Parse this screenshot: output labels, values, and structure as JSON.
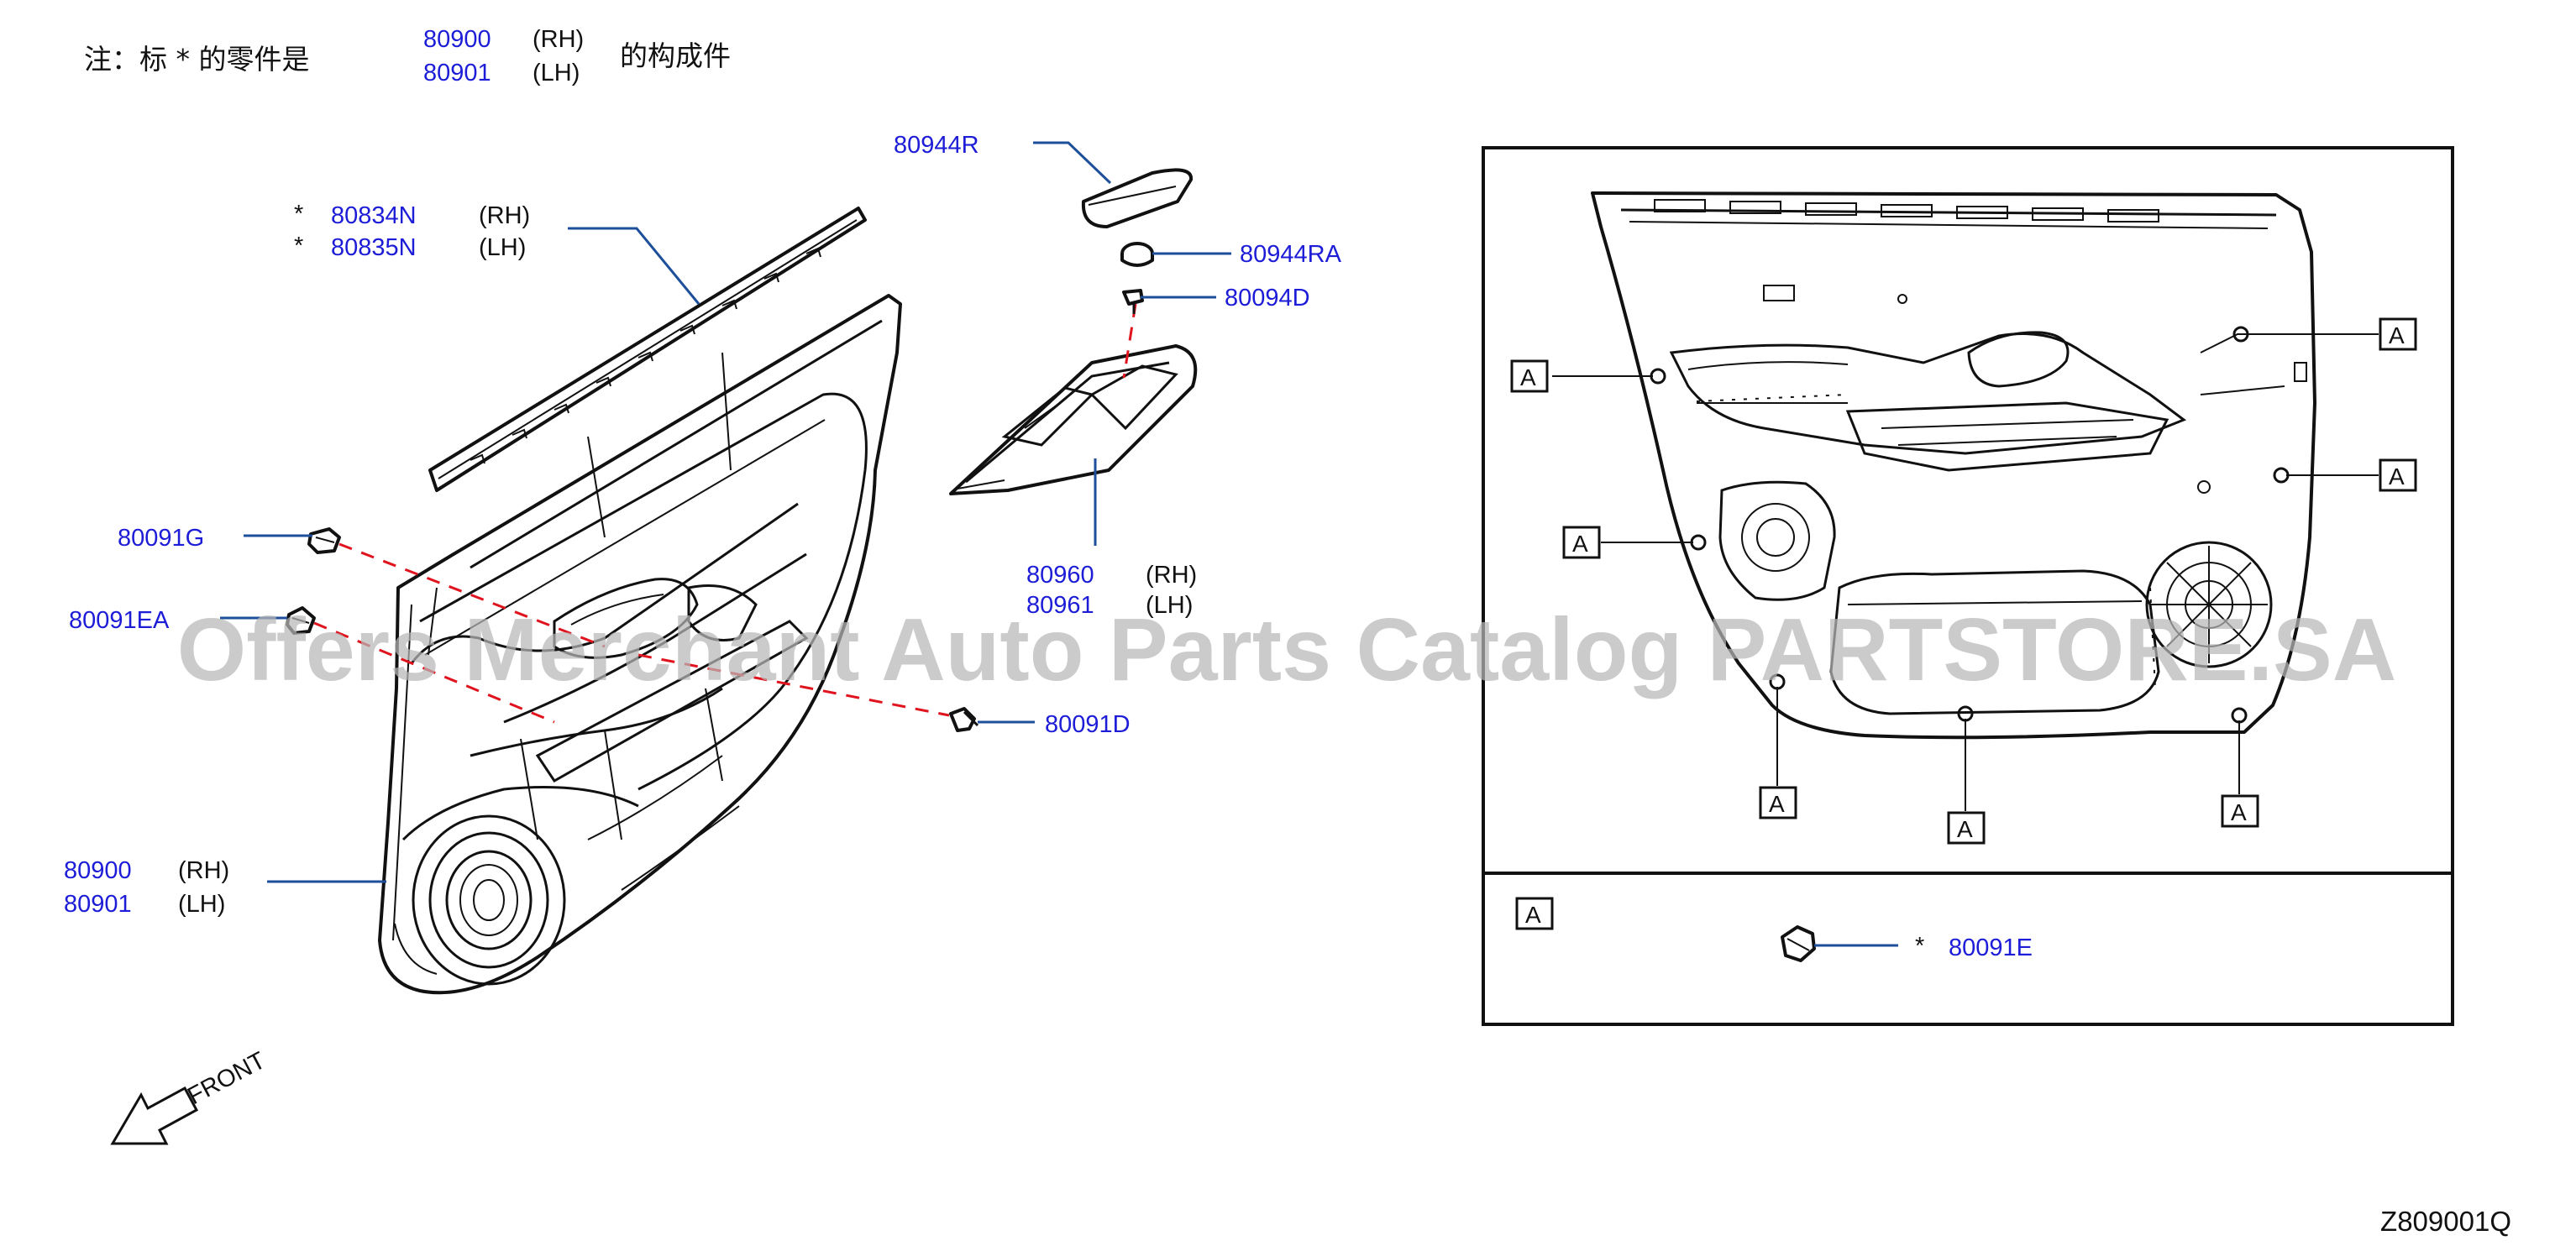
{
  "note": {
    "prefix": "注：标 *  的零件是",
    "part_rh": "80900",
    "part_lh": "80901",
    "rh": "(RH)",
    "lh": "(LH)",
    "suffix": "的构成件"
  },
  "labels": {
    "p80944R": "80944R",
    "p80944RA": "80944RA",
    "p80094D": "80094D",
    "p80834N": "80834N",
    "p80835N": "80835N",
    "p80091G": "80091G",
    "p80091EA": "80091EA",
    "p80091D": "80091D",
    "p80960": "80960",
    "p80961": "80961",
    "p80900": "80900",
    "p80901": "80901",
    "p80091E": "80091E",
    "rh": "(RH)",
    "lh": "(LH)",
    "star": "*"
  },
  "front_label": "FRONT",
  "inset": {
    "ref_letter": "A"
  },
  "watermark": "Offers Merchant Auto Parts Catalog PARTSTORE.SA",
  "diagram_code": "Z809001Q",
  "colors": {
    "label_blue": "#1d1dd8",
    "leader_blue": "#1d4f9a",
    "leader_red": "#e0141e"
  }
}
